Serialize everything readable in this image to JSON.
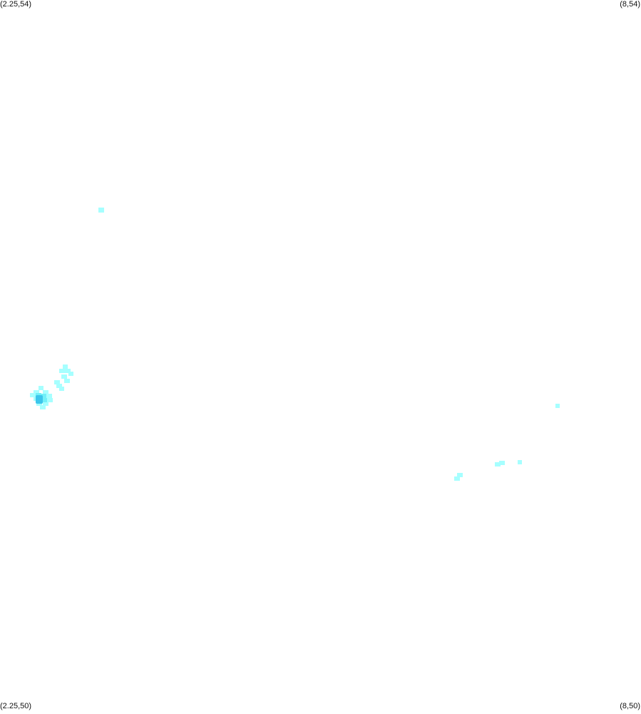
{
  "corners": {
    "top_left": "(2.25,54)",
    "top_right": "(8,54)",
    "bottom_left": "(2.25,50)",
    "bottom_right": "(8,50)"
  },
  "colors": {
    "background": "#ffffff",
    "light_density": "#a6ffff",
    "medium_density": "#72f0f8",
    "high_density": "#3cc6ec"
  }
}
